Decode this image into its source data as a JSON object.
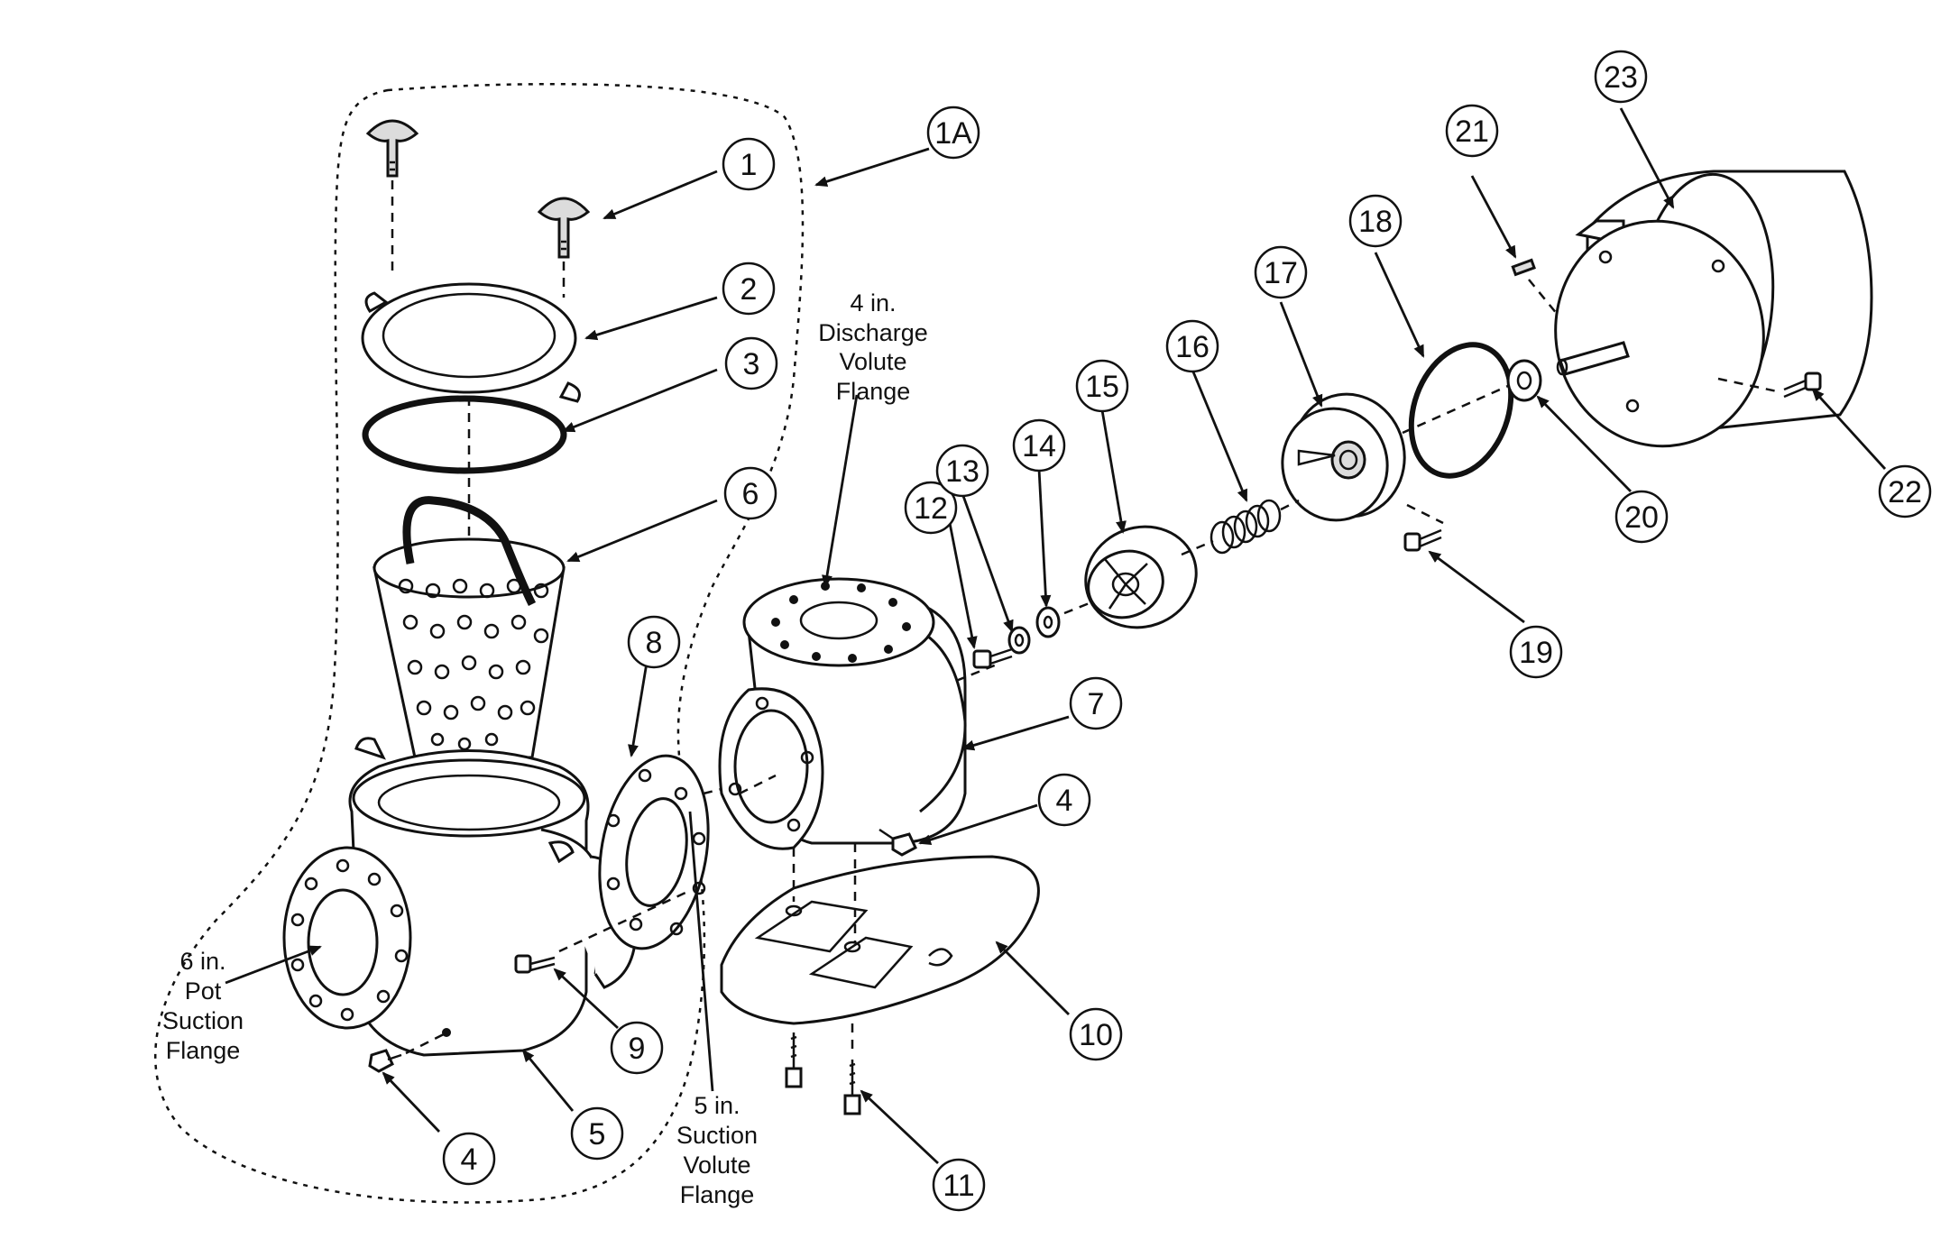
{
  "diagram": {
    "callouts": [
      "1A",
      "1",
      "2",
      "3",
      "6",
      "8",
      "12",
      "13",
      "14",
      "15",
      "16",
      "17",
      "18",
      "21",
      "23",
      "22",
      "20",
      "19",
      "7",
      "4",
      "10",
      "9",
      "5",
      "4",
      "11"
    ],
    "annotations": {
      "discharge": [
        "4 in.",
        "Discharge",
        "Volute",
        "Flange"
      ],
      "pot_suction": [
        "6 in.",
        "Pot",
        "Suction",
        "Flange"
      ],
      "volute_suction": [
        "5 in.",
        "Suction",
        "Volute",
        "Flange"
      ]
    }
  }
}
